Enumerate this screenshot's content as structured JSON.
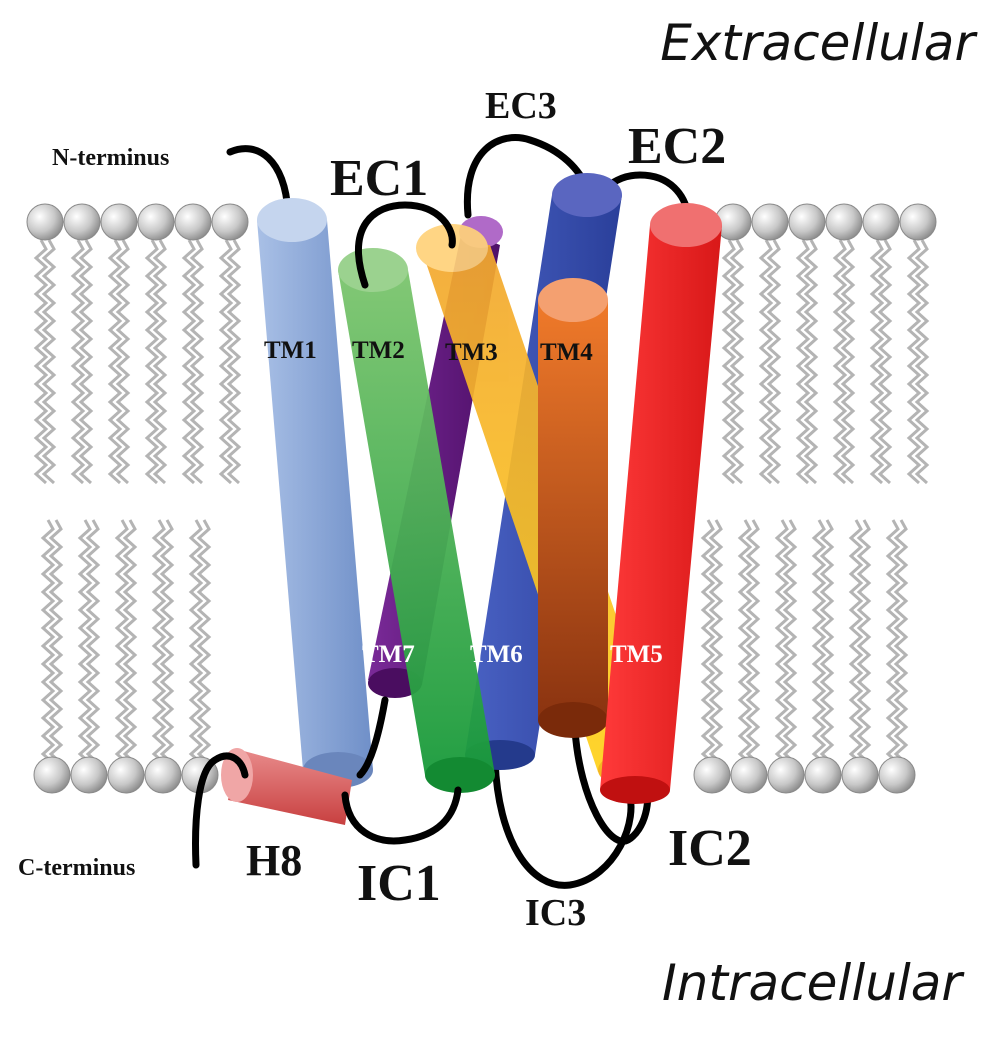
{
  "regions": {
    "extracellular": "Extracellular",
    "intracellular": "Intracellular"
  },
  "termini": {
    "n": "N-terminus",
    "c": "C-terminus"
  },
  "loops": {
    "ec1": "EC1",
    "ec2": "EC2",
    "ec3": "EC3",
    "ic1": "IC1",
    "ic2": "IC2",
    "ic3": "IC3",
    "h8": "H8"
  },
  "helices": {
    "tm1": {
      "label": "TM1",
      "color": "#8aa8d8"
    },
    "tm2": {
      "label": "TM2",
      "color": "#3fa54a"
    },
    "tm3": {
      "label": "TM3",
      "color": "#f5c518"
    },
    "tm4": {
      "label": "TM4",
      "color": "#e8681a"
    },
    "tm5": {
      "label": "TM5",
      "color": "#e82828"
    },
    "tm6": {
      "label": "TM6",
      "color": "#3550b0"
    },
    "tm7": {
      "label": "TM7",
      "color": "#6b1a8a"
    },
    "h8": {
      "label": "H8",
      "color": "#d85858"
    }
  }
}
